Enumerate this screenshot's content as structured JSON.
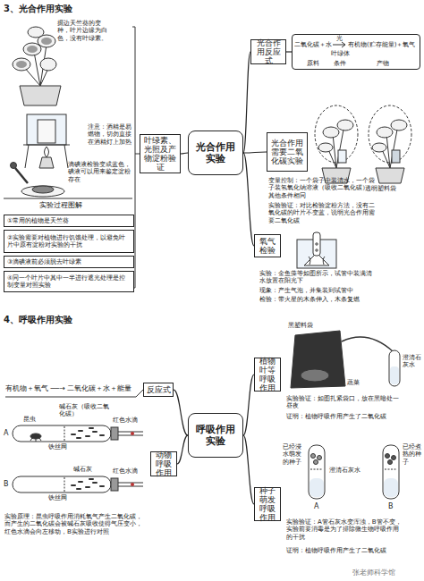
{
  "diagram": {
    "nodes": [
      {
        "text": [
          "光合作用实验"
        ]
      },
      {
        "text": [
          "光合作用反应式"
        ]
      },
      {
        "text": [
          "二氧化碳＋水",
          "光",
          "叶绿体",
          "有机物(贮存能量)＋氧气",
          "原料",
          "条件",
          "产物"
        ]
      },
      {
        "text": [
          "叶绿素、光照及产物淀粉验证"
        ]
      },
      {
        "text": [
          "光合作用需要二氧化碳实验"
        ]
      },
      {
        "text": [
          "氧气检验"
        ]
      },
      {
        "text": [
          "①常用的植物是天竺葵"
        ]
      },
      {
        "text": [
          "②实验需要对植物进行饥饿处理，以避免叶片中原有淀粉对实验的干扰"
        ]
      },
      {
        "text": [
          "③滴碘液前必须脱去叶绿素"
        ]
      },
      {
        "text": [
          "④同一个叶片中其中一半进行遮光处理是控制变量对照实验"
        ]
      },
      {
        "text": [
          "呼吸作用实验"
        ]
      },
      {
        "text": [
          "反应式"
        ]
      },
      {
        "text": [
          "动物呼吸作用"
        ]
      },
      {
        "text": [
          "植物叶等呼吸作用"
        ]
      },
      {
        "text": [
          "种子萌发呼吸作用"
        ]
      }
    ],
    "edges": [
      {
        "from": 0,
        "to": 1,
        "arrow": "none"
      },
      {
        "from": 0,
        "to": 3,
        "arrow": "none"
      },
      {
        "from": 0,
        "to": 4,
        "arrow": "none"
      },
      {
        "from": 0,
        "to": 5,
        "arrow": "none"
      },
      {
        "from": 1,
        "to": 2,
        "arrow": "none"
      },
      {
        "from": 10,
        "to": 11,
        "arrow": "none"
      },
      {
        "from": 10,
        "to": 12,
        "arrow": "none"
      },
      {
        "from": 10,
        "to": 13,
        "arrow": "none"
      },
      {
        "from": 10,
        "to": 14,
        "arrow": "none"
      }
    ],
    "labels": [
      "3、光合作用实验",
      "掘边天竺葵的变种，叶片边缘为白色，没有叶绿素。",
      "注意：酒精是易燃物，切勿直接在酒精灯上加热",
      "滴碘液检验变成蓝色，碘液可以用来鉴定淀粉存在",
      "实验过程图解",
      "透明塑料袋",
      "变量控制：一个袋子中装清水，一个袋子装氢氧化钠溶液（吸收二氧化碳），其他条件相同",
      "实验验证：对比检验淀粉方法，没有二氧化碳的叶片不变蓝，说明光合作用需要二氧化碳",
      "实验：金鱼藻等如图所示，试管中装满清水放置在阳光下",
      "现象：产生气泡，并集装到试管中",
      "检验：带火星的木条伸入，木条复燃",
      "4、呼吸作用实验",
      "有机物＋氧气 ──→ 二氧化碳＋水＋能量",
      "昆虫",
      "碱石灰（吸收二氧化碳）",
      "红色水滴",
      "铁丝网",
      "A",
      "B",
      "碱石灰",
      "红色水滴",
      "铁丝网",
      "实验原理：昆虫呼吸作用消耗氧气产生二氧化碳，而产生的二氧化碳会被碱石灰吸收使得气压变小，红色水滴会向左移动，B实验进行对照",
      "黑塑料袋",
      "蔬菜",
      "澄清石灰水",
      "实验验证：如图扎紧袋口，放在黑暗处一昼夜",
      "证明：植物呼吸作用产生了二氧化碳",
      "已经浸水萌发的种子",
      "已经煮熟的种子",
      "澄清石灰水",
      "A",
      "B",
      "实验验证：A管石灰水变浑浊，B管不变，实验前要消毒是为了排除微生物呼吸作用的干扰",
      "证明：植物呼吸作用产生了二氧化碳",
      "张老师科学馆"
    ]
  }
}
